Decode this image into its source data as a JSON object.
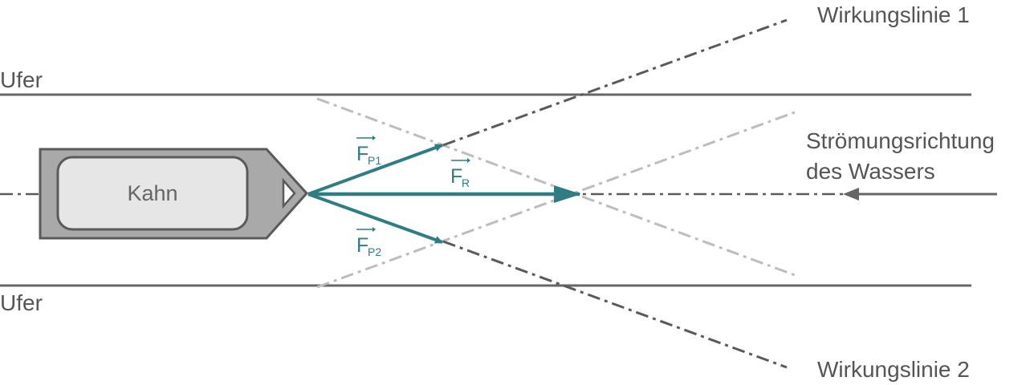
{
  "labels": {
    "bank_top": "Ufer",
    "bank_bottom": "Ufer",
    "boat": "Kahn",
    "line_of_action_1": "Wirkungslinie 1",
    "line_of_action_2": "Wirkungslinie 2",
    "flow_line1": "Strömungsrichtung",
    "flow_line2": "des Wassers"
  },
  "forces": {
    "fp1": {
      "symbol": "F",
      "subscript": "P1"
    },
    "fp2": {
      "symbol": "F",
      "subscript": "P2"
    },
    "fr": {
      "symbol": "F",
      "subscript": "R"
    }
  },
  "colors": {
    "force": "#2e7d83",
    "bank": "#666666",
    "action_line": "#5a5a5a",
    "helper_line": "#bdbdbd",
    "boat_outer": "#a9a9a9",
    "boat_inner": "#e6e6e6",
    "text": "#555555"
  }
}
